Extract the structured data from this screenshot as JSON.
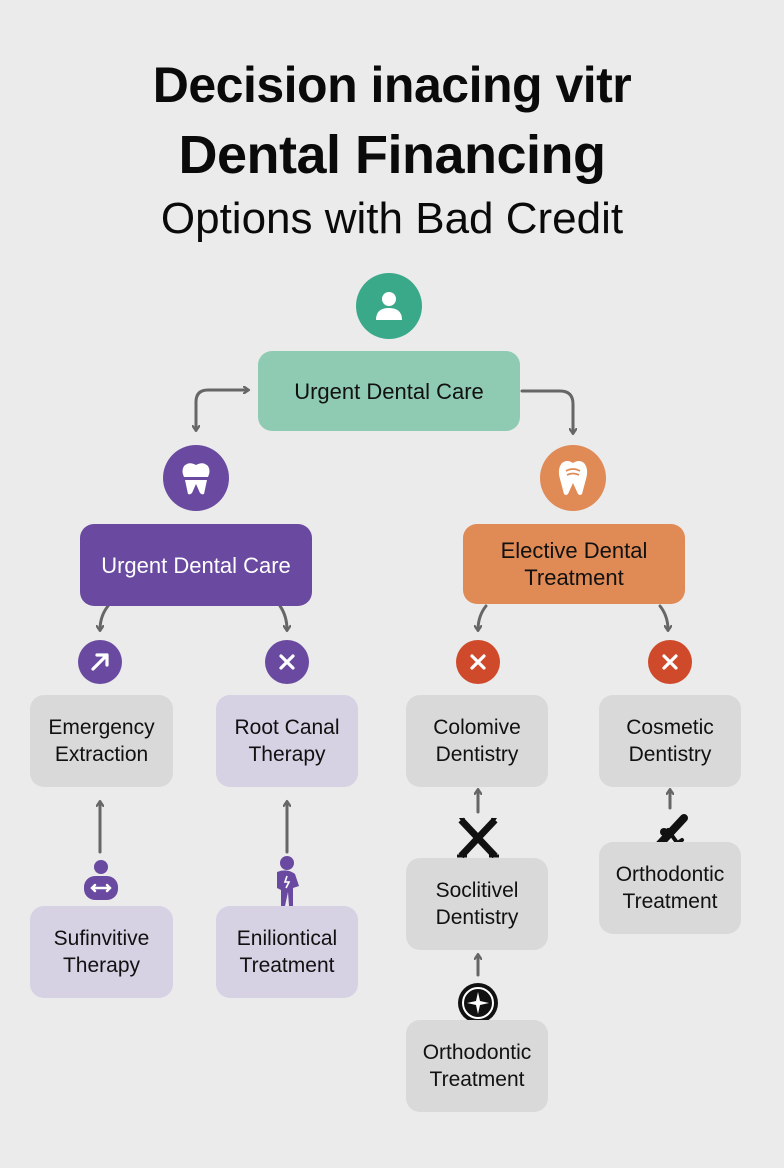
{
  "title": {
    "line1": "Decision  inacing vitr",
    "line2": "Dental Financing",
    "line3": "Options with Bad Credit"
  },
  "colors": {
    "background": "#ebebeb",
    "root_green": "#8fcbb2",
    "root_icon_green": "#3aa98a",
    "urgent_purple": "#6a4aa0",
    "elective_orange": "#e08a55",
    "reject_red": "#cf4a2b",
    "leaf_gray": "#d9d9d9",
    "leaf_lavender": "#d6d1e3",
    "arrow_gray": "#666666"
  },
  "root": {
    "icon": "person-icon",
    "label": "Urgent Dental Care"
  },
  "branches": [
    {
      "id": "urgent",
      "icon": "tooth-crown-icon",
      "label": "Urgent Dental Care",
      "children": [
        {
          "marker_icon": "arrow-up-right-icon",
          "label_line1": "Emergency",
          "label_line2": "Extraction",
          "sub_icon": "person-exercise-icon",
          "sub_label_line1": "Sufinvitive",
          "sub_label_line2": "Therapy"
        },
        {
          "marker_icon": "x-icon",
          "label_line1": "Root Canal",
          "label_line2": "Therapy",
          "sub_icon": "person-pain-icon",
          "sub_label_line1": "Eniliontical",
          "sub_label_line2": "Treatment"
        }
      ]
    },
    {
      "id": "elective",
      "icon": "tooth-icon",
      "label_line1": "Elective Dental",
      "label_line2": "Treatment",
      "children": [
        {
          "marker_icon": "x-icon",
          "label_line1": "Colomive",
          "label_line2": "Dentistry",
          "sub_icon": "crossed-tools-icon",
          "sub_label_line1": "Soclitivel",
          "sub_label_line2": "Dentistry",
          "sub2_icon": "compass-star-icon",
          "sub2_label_line1": "Orthodontic",
          "sub2_label_line2": "Treatment"
        },
        {
          "marker_icon": "x-icon",
          "label_line1": "Cosmetic",
          "label_line2": "Dentistry",
          "sub_icon": "dental-tool-icon",
          "sub_label_line1": "Orthodontic",
          "sub_label_line2": "Treatment"
        }
      ]
    }
  ]
}
